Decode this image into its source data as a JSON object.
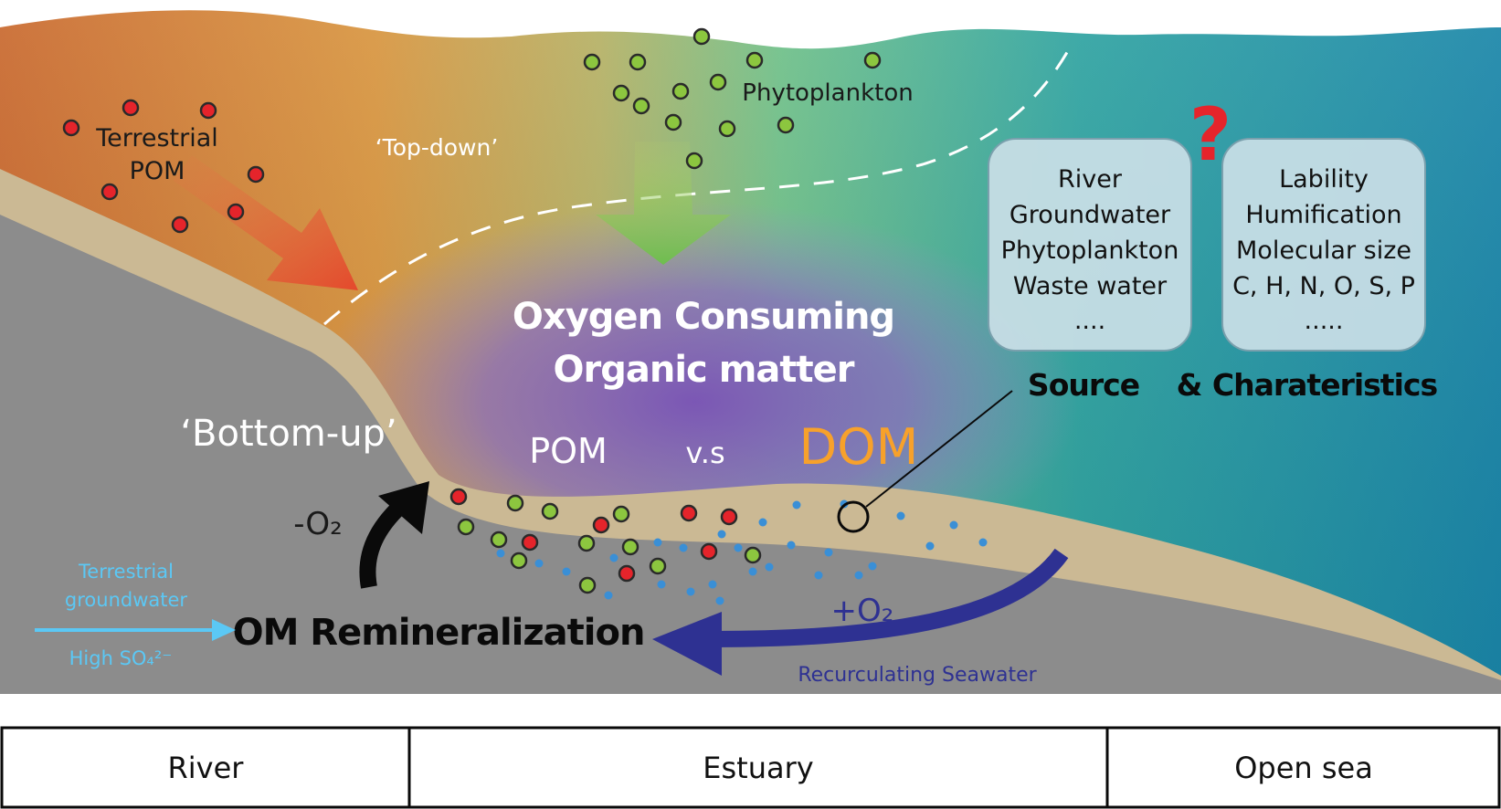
{
  "labels": {
    "terrestrial_pom_line1": "Terrestrial",
    "terrestrial_pom_line2": "POM",
    "top_down": "‘Top-down’",
    "phytoplankton": "Phytoplankton",
    "oxygen_consuming_line1": "Oxygen Consuming",
    "oxygen_consuming_line2": "Organic matter",
    "bottom_up": "‘Bottom-up’",
    "pom": "POM",
    "vs": "v.s",
    "dom": "DOM",
    "minus_o2": "-O₂",
    "plus_o2": "+O₂",
    "om_remineralization": "OM Remineralization",
    "terrestrial_groundwater_line1": "Terrestrial",
    "terrestrial_groundwater_line2": "groundwater",
    "high_so4": "High SO₄²⁻",
    "recirculating_seawater": "Recurculating Seawater",
    "question_mark": "?",
    "source": "Source",
    "ampersand": "&",
    "characteristics": "Charateristics"
  },
  "source_box": {
    "items": [
      "River",
      "Groundwater",
      "Phytoplankton",
      "Waste water",
      "...."
    ]
  },
  "characteristics_box": {
    "items": [
      "Lability",
      "Humification",
      "Molecular size",
      "C, H, N, O, S, P",
      "....."
    ]
  },
  "bottom_bar": {
    "cells": [
      "River",
      "Estuary",
      "Open sea"
    ]
  },
  "colors": {
    "terrestrial_pom_dot": "#e5242b",
    "phytoplankton_dot": "#8cc63f",
    "dom_dot": "#3a8fd6",
    "dom_text": "#f7a12b",
    "seawater_arrow": "#2e3192",
    "groundwater_arrow": "#5bc8f5",
    "sediment": "#cbb994",
    "ground": "#8c8c8c"
  }
}
